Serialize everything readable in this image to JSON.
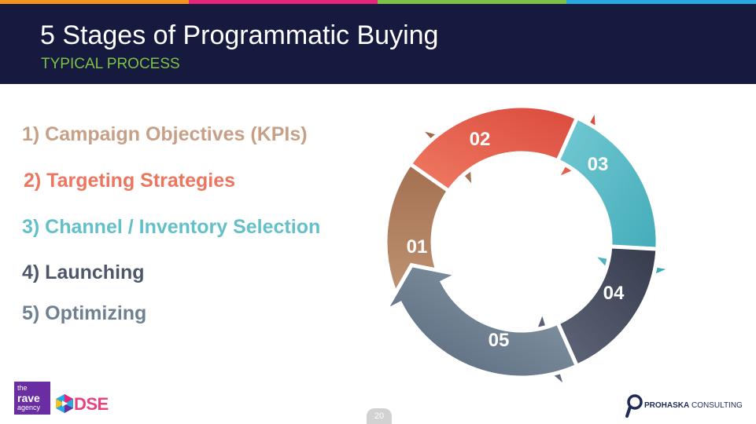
{
  "top_bar_colors": [
    "#f7941d",
    "#e5267b",
    "#7cc146",
    "#2aa8e0"
  ],
  "header": {
    "title": "5 Stages of Programmatic Buying",
    "subtitle": "TYPICAL PROCESS"
  },
  "stages": [
    {
      "label": "1) Campaign Objectives (KPIs)",
      "color": "#c6a087"
    },
    {
      "label": "2) Targeting Strategies",
      "color": "#ec7660"
    },
    {
      "label": "3) Channel / Inventory Selection",
      "color": "#63c0ca"
    },
    {
      "label": "4) Launching",
      "color": "#4d5769"
    },
    {
      "label": "5) Optimizing",
      "color": "#6f8191"
    }
  ],
  "cycle": {
    "segments": [
      {
        "number": "01",
        "color": "#ab7856"
      },
      {
        "number": "02",
        "color": "#e35c45"
      },
      {
        "number": "03",
        "color": "#4eb4c1"
      },
      {
        "number": "04",
        "color": "#3f4658"
      },
      {
        "number": "05",
        "color": "#6d7f8f"
      }
    ]
  },
  "logos": {
    "rave": [
      "the",
      "rave",
      "agency"
    ],
    "dse": "DSE",
    "prohaska_bold": "PROHASKA",
    "prohaska_rest": " CONSULTING"
  },
  "page_number": "20"
}
